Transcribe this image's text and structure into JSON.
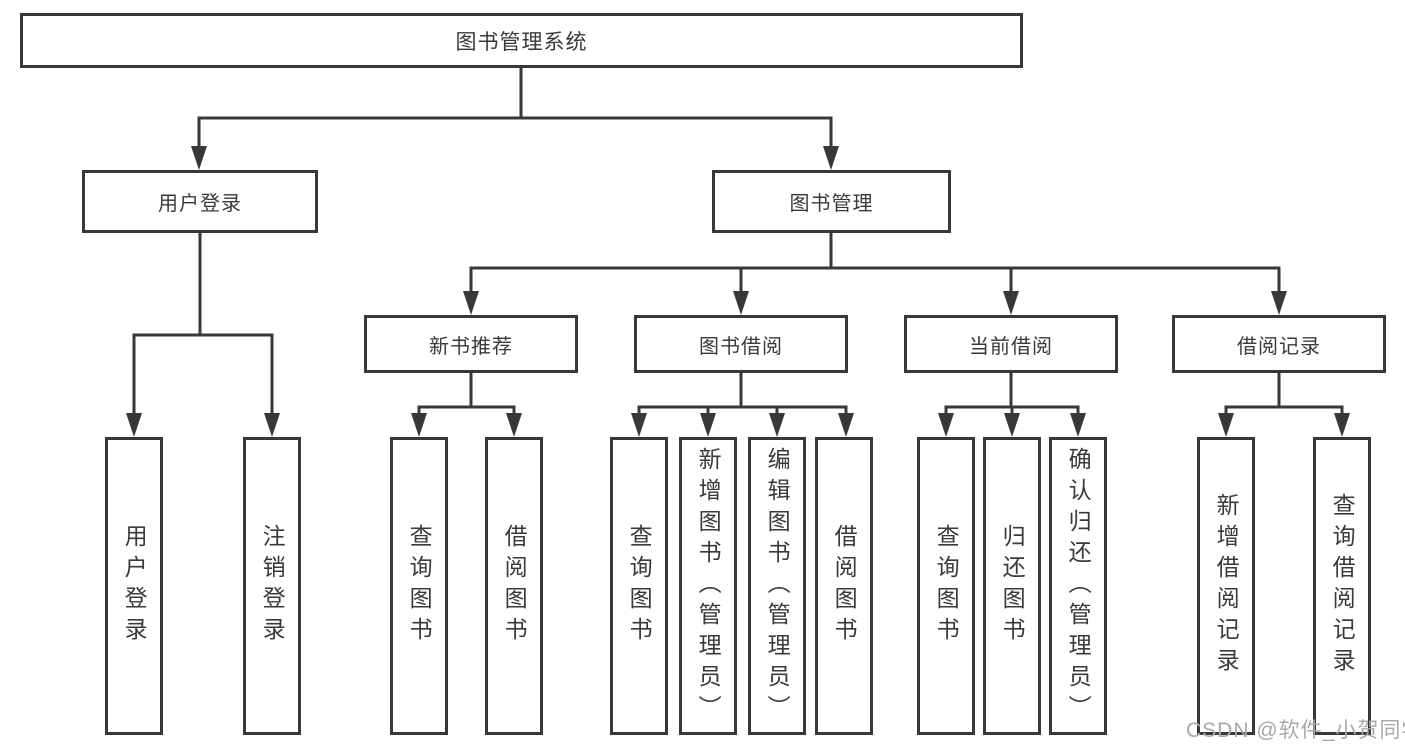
{
  "diagram": {
    "root": {
      "label": "图书管理系统"
    },
    "branches": [
      {
        "label": "用户登录",
        "children": [
          {
            "label": "用户登录"
          },
          {
            "label": "注销登录"
          }
        ]
      },
      {
        "label": "图书管理",
        "children": [
          {
            "label": "新书推荐",
            "children": [
              {
                "label": "查询图书"
              },
              {
                "label": "借阅图书"
              }
            ]
          },
          {
            "label": "图书借阅",
            "children": [
              {
                "label": "查询图书"
              },
              {
                "label": "新增图书（管理员）"
              },
              {
                "label": "编辑图书（管理员）"
              },
              {
                "label": "借阅图书"
              }
            ]
          },
          {
            "label": "当前借阅",
            "children": [
              {
                "label": "查询图书"
              },
              {
                "label": "归还图书"
              },
              {
                "label": "确认归还（管理员）"
              }
            ]
          },
          {
            "label": "借阅记录",
            "children": [
              {
                "label": "新增借阅记录"
              },
              {
                "label": "查询借阅记录"
              }
            ]
          }
        ]
      }
    ]
  },
  "watermark": {
    "text": "CSDN @软件_小贺同学"
  },
  "colors": {
    "line": "#383838",
    "text": "#3a3a3a",
    "watermark": "#a9a9a9",
    "background": "#ffffff"
  }
}
